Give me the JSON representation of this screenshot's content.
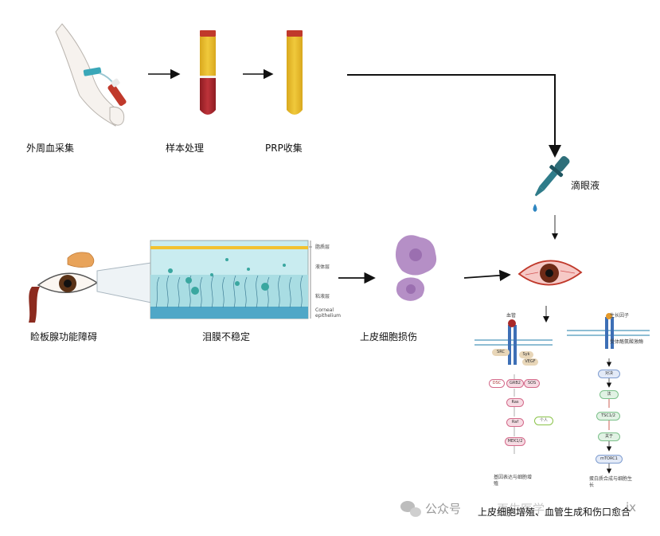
{
  "steps_top": {
    "blood_collection": "外周血采集",
    "sample_processing": "样本处理",
    "prp_collection": "PRP收集",
    "eye_drops": "滴眼液"
  },
  "steps_middle": {
    "meibomian_dysfunction": "睑板腺功能障碍",
    "tear_film_instability": "泪膜不稳定",
    "epithelial_injury": "上皮细胞损伤"
  },
  "tear_film_layers": {
    "lipid": "脂质层",
    "aqueous": "液体层",
    "mucin": "粘液层",
    "epithelium_line1": "Corneal",
    "epithelium_line2": "epithelium"
  },
  "pathway_left": {
    "ligand": "血管",
    "src": "SRC",
    "syk": "Syk",
    "vegf": "VEGF",
    "dsc": "DSC",
    "grb2": "GRB2",
    "sos": "SOS",
    "ras": "Ras",
    "raf": "Raf",
    "mek": "MEK1/2",
    "side_note": "个人",
    "output": "基因表达与细胞增殖"
  },
  "pathway_right": {
    "ligand": "生长因子",
    "receptor_note": "受体酪氨酸激酶",
    "pi3k": "对决",
    "akt": "法",
    "tsc": "TSC1/2",
    "rheb": "关于",
    "mtorc1": "mTORC1",
    "output": "蛋白质合成与细胞生长"
  },
  "conclusion": "上皮细胞增殖、血管生成和伤口愈合",
  "watermark": {
    "prefix": "公众号",
    "name": "再生医学",
    "suffix": "ix"
  },
  "colors": {
    "arrow": "#111111",
    "plasma": "#e0b52a",
    "blood": "#b0282e",
    "tear_film": "#bfe6ea",
    "lipid": "#f2c230",
    "cell": "#b58fc6"
  }
}
